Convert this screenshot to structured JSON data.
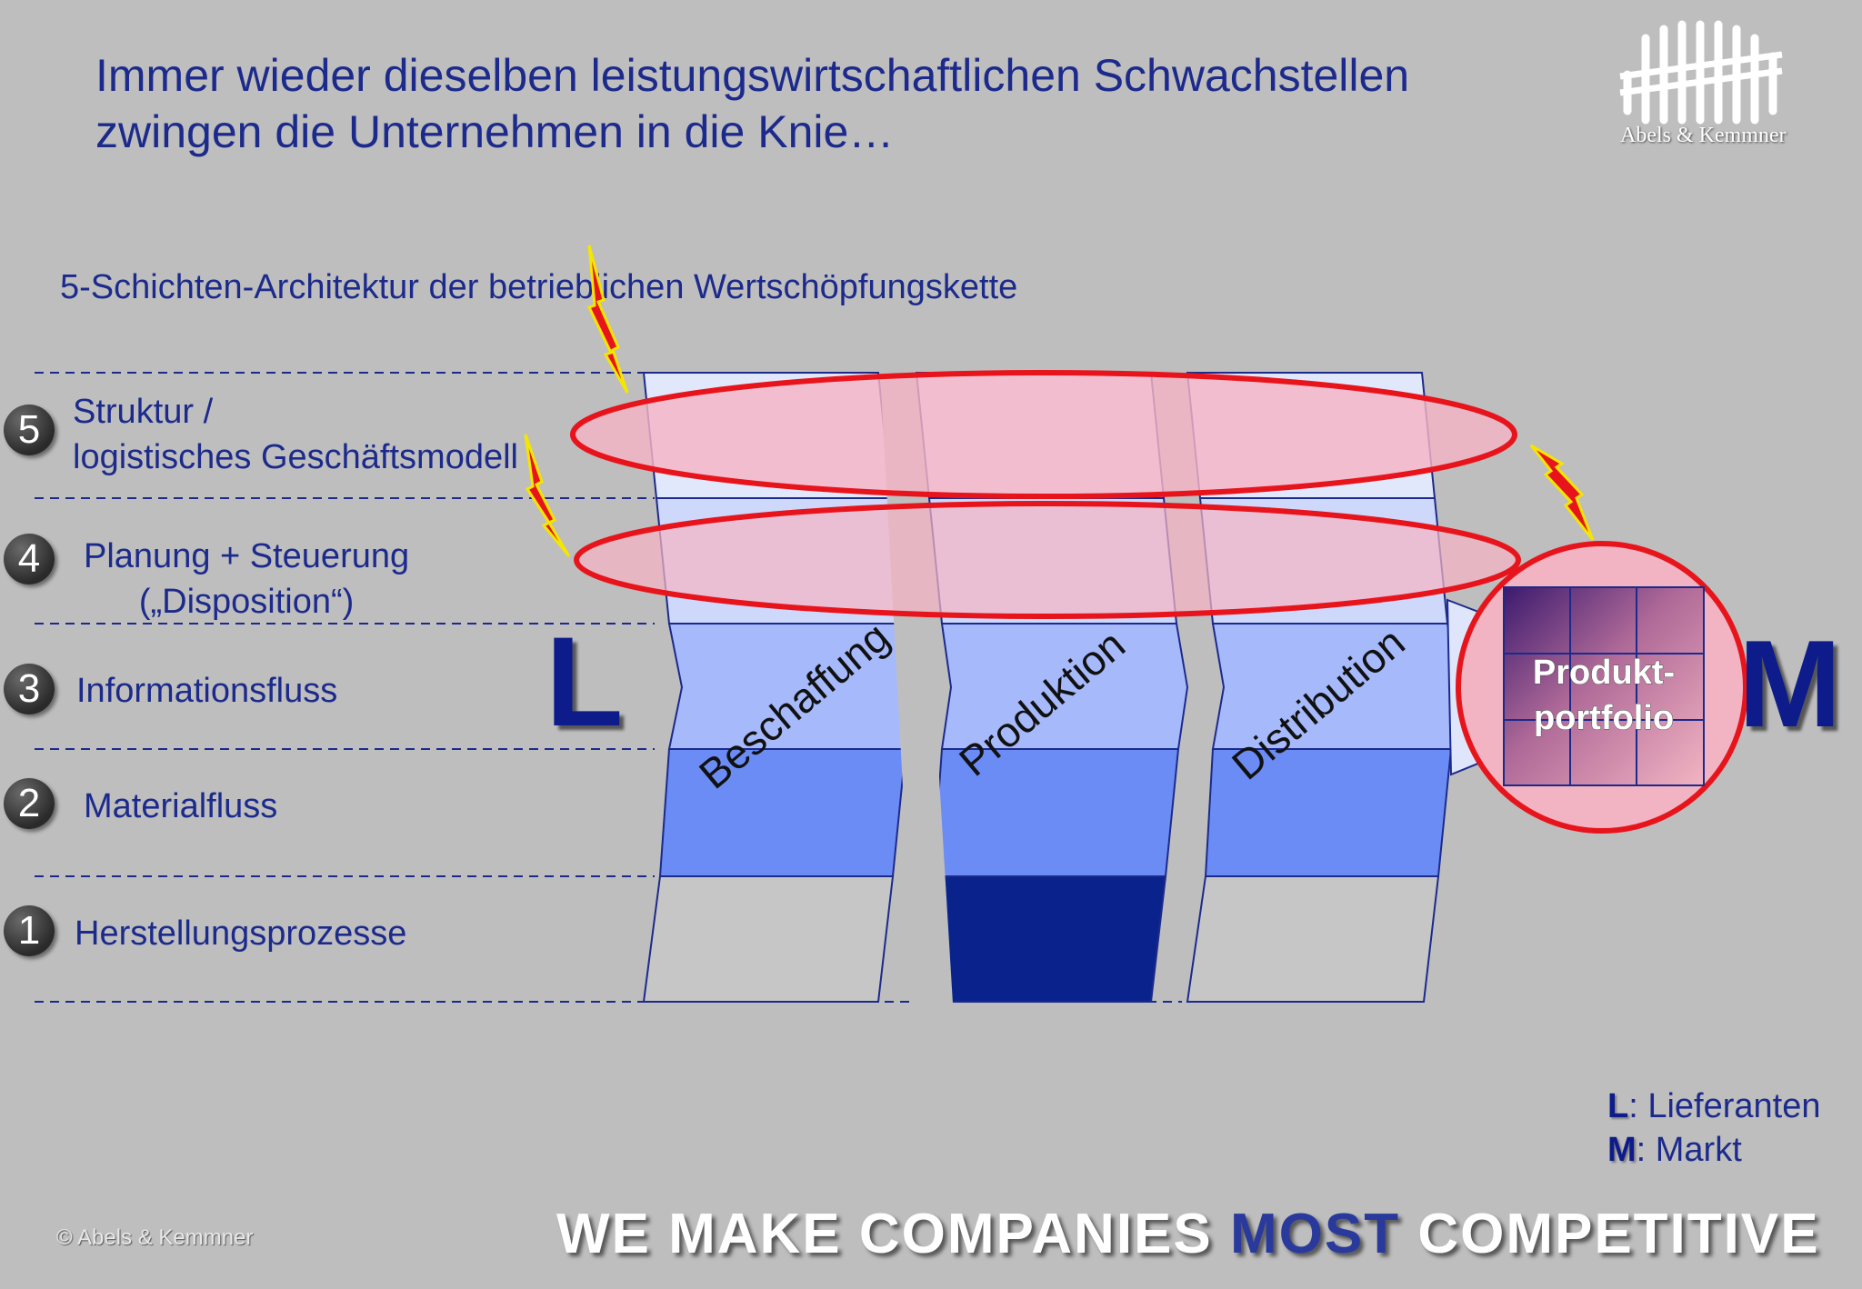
{
  "header": {
    "title_line1": "Immer wieder dieselben leistungswirtschaftlichen Schwachstellen",
    "title_line2": "zwingen die Unternehmen in die Knie…"
  },
  "logo": {
    "text": "Abels & Kemmner"
  },
  "diagram": {
    "subtitle": "5-Schichten-Architektur der betrieblichen Wertschöpfungskette",
    "layers": [
      {
        "number": "5",
        "line1": "Struktur /",
        "line2": "logistisches Geschäftsmodell"
      },
      {
        "number": "4",
        "line1": "Planung + Steuerung",
        "line2": "(„Disposition“)"
      },
      {
        "number": "3",
        "line1": "Informationsfluss"
      },
      {
        "number": "2",
        "line1": "Materialfluss"
      },
      {
        "number": "1",
        "line1": "Herstellungsprozesse"
      }
    ],
    "columns": [
      "Beschaffung",
      "Produktion",
      "Distribution"
    ],
    "left_letter": "L",
    "right_letter": "M",
    "portfolio": {
      "line1": "Produkt-",
      "line2": "portfolio"
    }
  },
  "legend": {
    "l_key": "L",
    "l_text": ": Lieferanten",
    "m_key": "M",
    "m_text": ": Markt"
  },
  "footer": {
    "copyright": "© Abels & Kemmner",
    "slogan_part1": "WE MAKE COMPANIES ",
    "slogan_emph": "MOST",
    "slogan_part2": " COMPETITIVE"
  },
  "colors": {
    "title_blue": "#1c2a8c",
    "dark_blue": "#0a238c",
    "ellipse_red": "#e8141c",
    "ellipse_fill": "#f5b4c4",
    "background": "#bebebe"
  }
}
